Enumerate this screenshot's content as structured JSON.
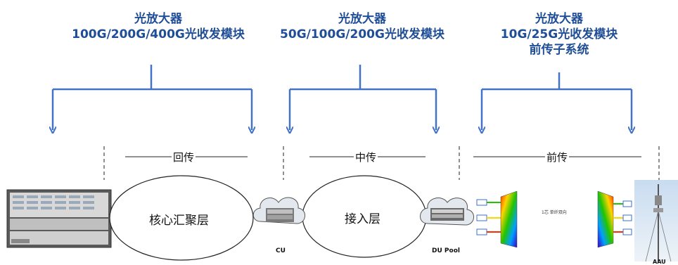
{
  "headings": [
    {
      "line1": "光放大器",
      "line2": "100G/200G/400G光收发模块",
      "line3": ""
    },
    {
      "line1": "光放大器",
      "line2": "50G/100G/200G光收发模块",
      "line3": ""
    },
    {
      "line1": "光放大器",
      "line2": "10G/25G光收发模块",
      "line3": "前传子系统"
    }
  ],
  "segments": {
    "backhaul": "回传",
    "midhaul": "中传",
    "fronthaul": "前传"
  },
  "ellipses": {
    "core": "核心汇聚层",
    "access": "接入层"
  },
  "nodes": {
    "cu": "CU",
    "du_pool": "DU Pool",
    "aau": "AAU"
  },
  "fiber_label": "1芯 单纤双向",
  "colors": {
    "accent": "#4472c4",
    "heading": "#1f4e96"
  }
}
